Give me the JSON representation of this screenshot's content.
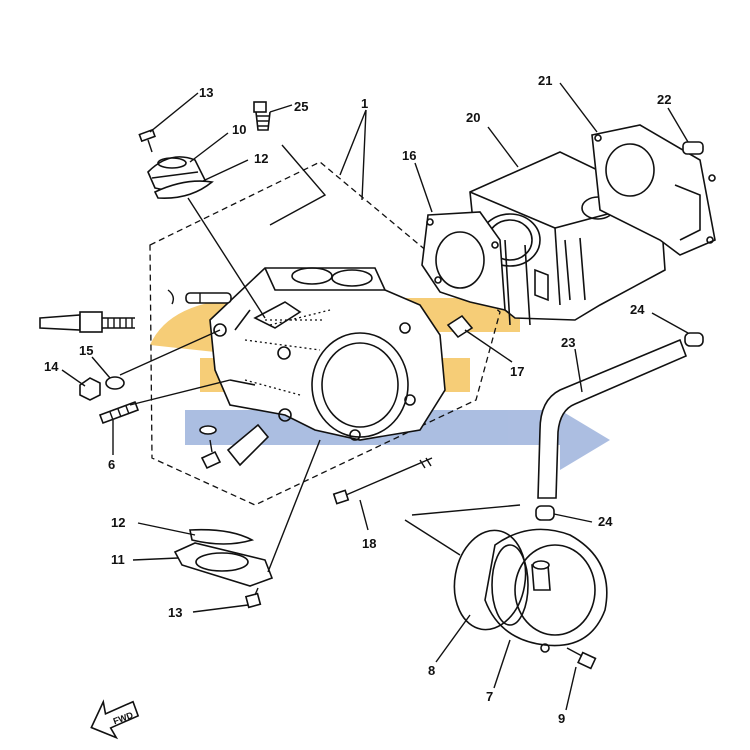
{
  "colors": {
    "ink": "#111111",
    "watermark_orange": "#f5c560",
    "watermark_blue": "#9db3dc"
  },
  "callouts": [
    {
      "id": "c13a",
      "label": "13"
    },
    {
      "id": "c25",
      "label": "25"
    },
    {
      "id": "c1",
      "label": "1"
    },
    {
      "id": "c10",
      "label": "10"
    },
    {
      "id": "c12a",
      "label": "12"
    },
    {
      "id": "c21",
      "label": "21"
    },
    {
      "id": "c22",
      "label": "22"
    },
    {
      "id": "c20",
      "label": "20"
    },
    {
      "id": "c16",
      "label": "16"
    },
    {
      "id": "c24a",
      "label": "24"
    },
    {
      "id": "c23",
      "label": "23"
    },
    {
      "id": "c17",
      "label": "17"
    },
    {
      "id": "c15",
      "label": "15"
    },
    {
      "id": "c14",
      "label": "14"
    },
    {
      "id": "c6",
      "label": "6"
    },
    {
      "id": "c18",
      "label": "18"
    },
    {
      "id": "c24b",
      "label": "24"
    },
    {
      "id": "c12b",
      "label": "12"
    },
    {
      "id": "c11",
      "label": "11"
    },
    {
      "id": "c13b",
      "label": "13"
    },
    {
      "id": "c8",
      "label": "8"
    },
    {
      "id": "c7",
      "label": "7"
    },
    {
      "id": "c9",
      "label": "9"
    }
  ],
  "fwd_label": "FWD"
}
